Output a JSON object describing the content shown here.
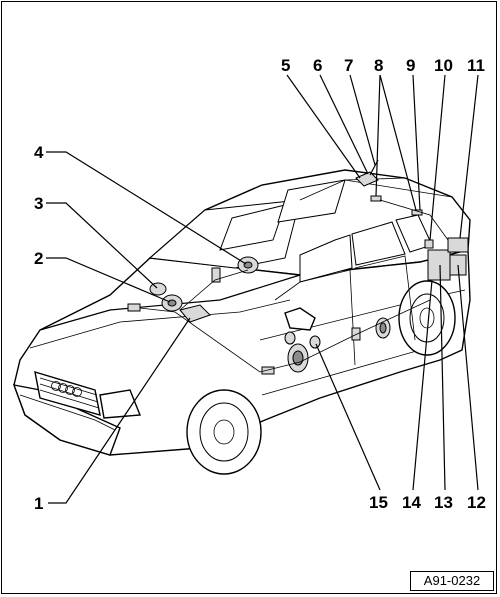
{
  "callouts": {
    "n1": "1",
    "n2": "2",
    "n3": "3",
    "n4": "4",
    "n5": "5",
    "n6": "6",
    "n7": "7",
    "n8": "8",
    "n9": "9",
    "n10": "10",
    "n11": "11",
    "n12": "12",
    "n13": "13",
    "n14": "14",
    "n15": "15"
  },
  "reference_code": "A91-0232"
}
